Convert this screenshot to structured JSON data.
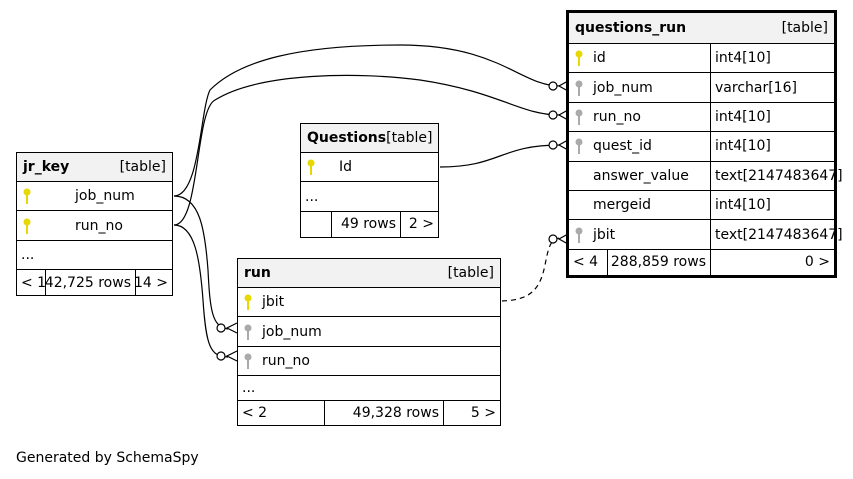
{
  "tables": {
    "jr_key": {
      "name": "jr_key",
      "type": "[table]",
      "columns": [
        "job_num",
        "run_no"
      ],
      "ellipsis": "...",
      "parents": "< 1",
      "rows": "42,725 rows",
      "children": "14 >"
    },
    "questions": {
      "name": "Questions",
      "type": "[table]",
      "columns": [
        "Id"
      ],
      "ellipsis": "...",
      "rows": "49 rows",
      "children": "2 >"
    },
    "run": {
      "name": "run",
      "type": "[table]",
      "columns": [
        "jbit",
        "job_num",
        "run_no"
      ],
      "ellipsis": "...",
      "parents": "< 2",
      "rows": "49,328 rows",
      "children": "5 >"
    },
    "questions_run": {
      "name": "questions_run",
      "type": "[table]",
      "columns": [
        {
          "name": "id",
          "type": "int4[10]"
        },
        {
          "name": "job_num",
          "type": "varchar[16]"
        },
        {
          "name": "run_no",
          "type": "int4[10]"
        },
        {
          "name": "quest_id",
          "type": "int4[10]"
        },
        {
          "name": "answer_value",
          "type": "text[2147483647]"
        },
        {
          "name": "mergeid",
          "type": "int4[10]"
        },
        {
          "name": "jbit",
          "type": "text[2147483647]"
        }
      ],
      "parents": "< 4",
      "rows": "288,859 rows",
      "children": "0 >"
    }
  },
  "colors": {
    "primary_key": "#e6d800",
    "foreign_key": "#aaaaaa",
    "header_bg": "#f2f2f2"
  },
  "credit": "Generated by SchemaSpy"
}
